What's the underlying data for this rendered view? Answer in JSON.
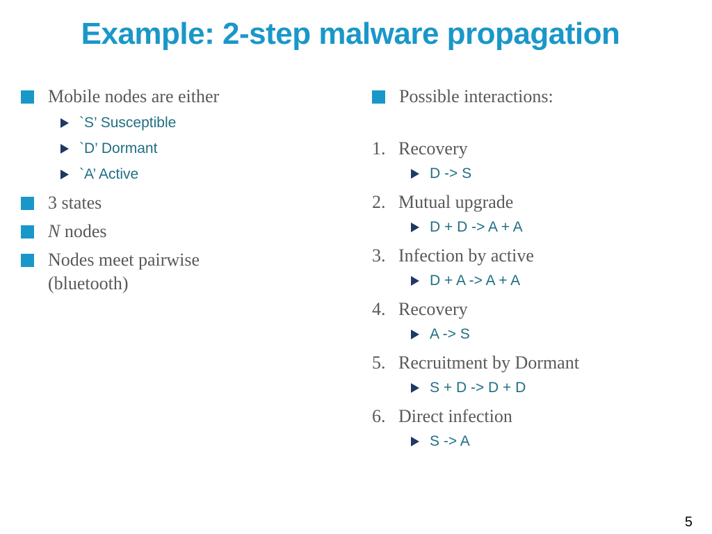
{
  "slide": {
    "title": "Example: 2-step malware propagation",
    "page_number": "5"
  },
  "left": {
    "intro": "Mobile nodes are either",
    "states": [
      "`S’  Susceptible",
      "`D’ Dormant",
      "`A’ Active"
    ],
    "bullets": [
      "3 states",
      "nodes",
      "Nodes meet pairwise",
      "(bluetooth)"
    ],
    "n_symbol": "N"
  },
  "right": {
    "heading": "Possible interactions:",
    "interactions": [
      {
        "number": "1.",
        "label": "Recovery",
        "rule": "D -> S"
      },
      {
        "number": "2.",
        "label": "Mutual upgrade",
        "rule": "D + D -> A + A"
      },
      {
        "number": "3.",
        "label": "Infection by active",
        "rule": "D + A -> A + A"
      },
      {
        "number": "4.",
        "label": "Recovery",
        "rule": "A -> S"
      },
      {
        "number": "5.",
        "label": "Recruitment by Dormant",
        "rule": "S + D -> D + D"
      },
      {
        "number": "6.",
        "label": "Direct infection",
        "rule": "S -> A"
      }
    ]
  },
  "colors": {
    "title": "#1a97c9",
    "bullet_square": "#1a97c9",
    "body_text": "#595959",
    "sub_text": "#216f82",
    "arrow_bullet": "#1f3864"
  }
}
